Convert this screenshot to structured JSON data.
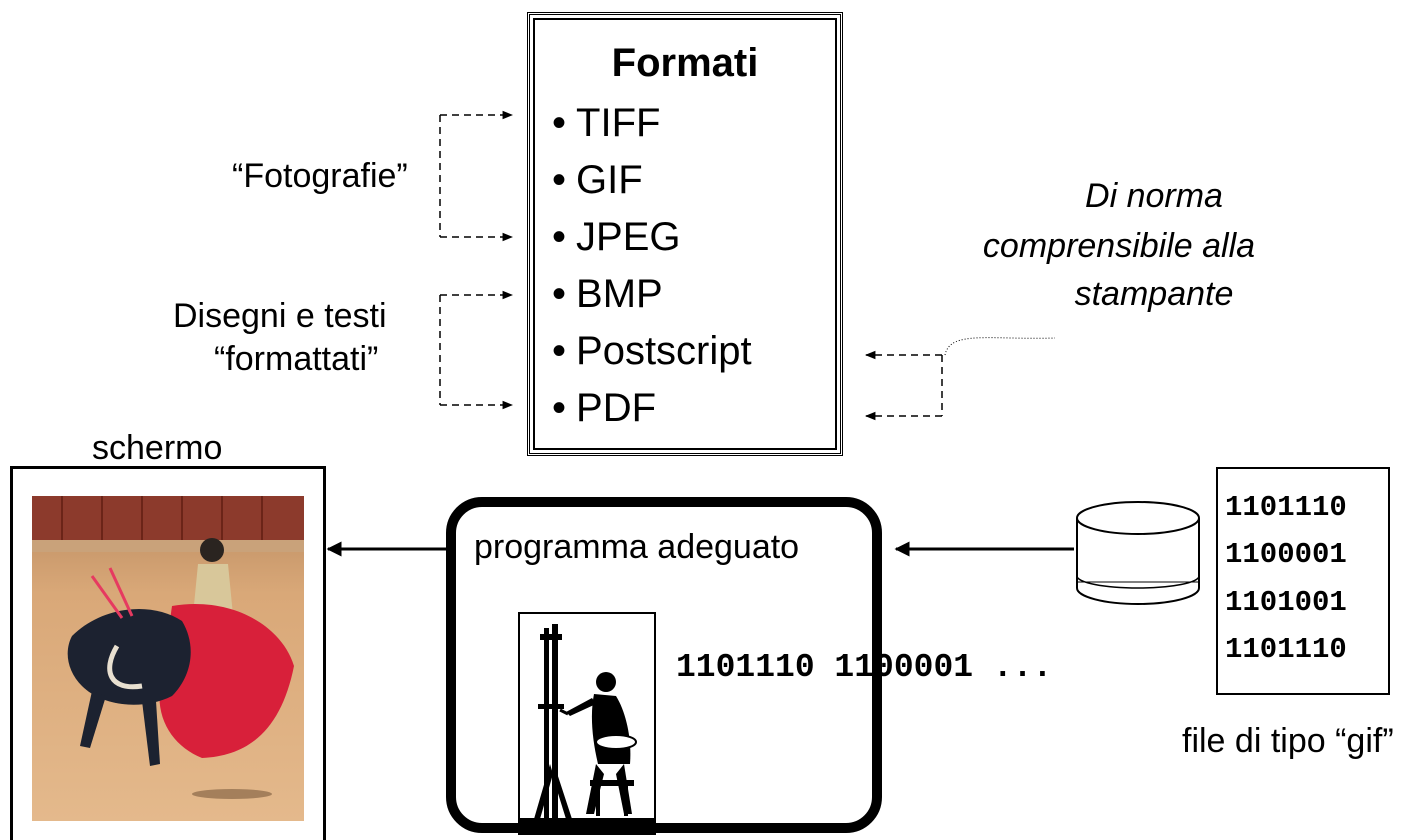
{
  "formats": {
    "title": "Formati",
    "bullet": "•",
    "items": [
      "TIFF",
      "GIF",
      "JPEG",
      "BMP",
      "Postscript",
      "PDF"
    ]
  },
  "labels": {
    "photos": "“Fotografie”",
    "drawings_line1": "Disegni e testi",
    "drawings_line2": "“formattati”",
    "printer_line1": "Di norma",
    "printer_line2": "comprensibile alla",
    "printer_line3": "stampante",
    "screen": "schermo",
    "program": "programma adeguato",
    "binary_stream": "1101110 1100001 ...",
    "file_caption": "file di tipo “gif”"
  },
  "file_contents": [
    "1101110",
    "1100001",
    "1101001",
    "1101110"
  ],
  "icons": {
    "screen_image": "bullfighter-photo-icon",
    "painter": "painter-at-easel-icon",
    "disk": "disk-cylinder-icon"
  },
  "colors": {
    "ink": "#000000",
    "photo_sand": "#d8a574",
    "cape_red": "#d8203a"
  }
}
